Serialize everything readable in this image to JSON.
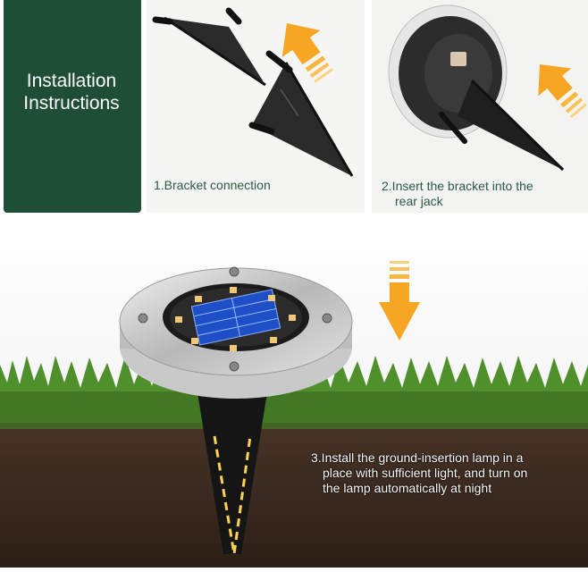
{
  "title": {
    "line1": "Installation",
    "line2": "Instructions"
  },
  "steps": [
    {
      "line1": "1.Bracket connection"
    },
    {
      "line1": "2.Insert the bracket into the",
      "line2": "rear jack"
    },
    {
      "line1": "3.Install the ground-insertion lamp in a",
      "line2": "place with sufficient light, and turn on",
      "line3": "the lamp automatically at night"
    }
  ],
  "colors": {
    "brand_green": "#1f4e37",
    "arrow_orange": "#f6a623",
    "arrow_yellow": "#ffd34d",
    "solar_blue": "#1e4fc7",
    "led_amber": "#f3c778",
    "grass": "#4f8f2c",
    "soil": "#3b2a20"
  },
  "icons": [
    "arrow-up-right-icon",
    "arrow-down-icon"
  ]
}
